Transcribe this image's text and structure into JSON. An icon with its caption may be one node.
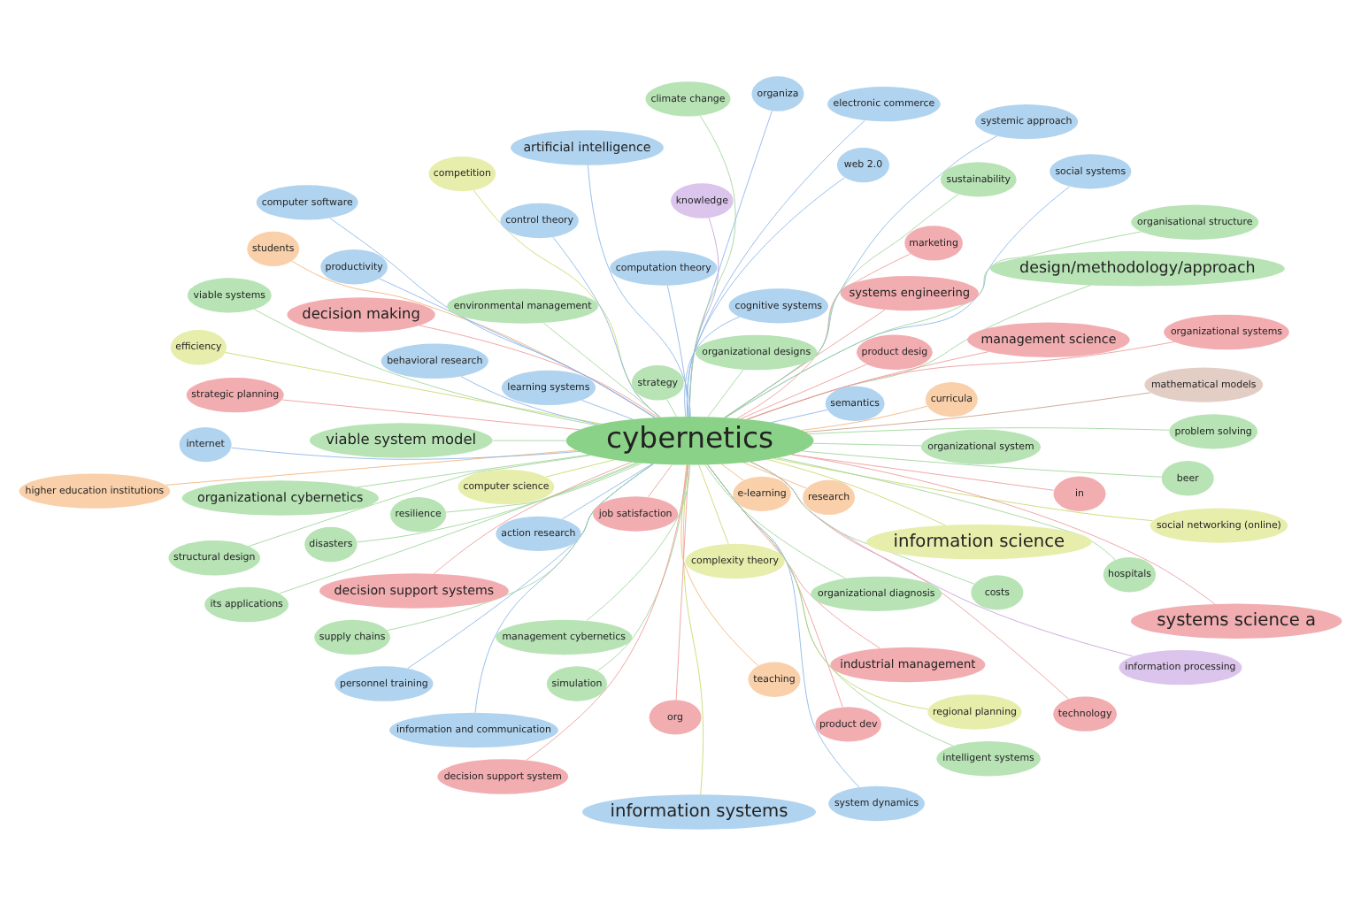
{
  "diagram": {
    "nodes": [
      {
        "text": [
          "cybernetics"
        ]
      },
      {
        "text": [
          "information science"
        ]
      },
      {
        "text": [
          "information systems"
        ]
      },
      {
        "text": [
          "competition"
        ]
      },
      {
        "text": [
          "research"
        ]
      },
      {
        "text": [
          "computer science"
        ]
      },
      {
        "text": [
          "personnel training"
        ]
      },
      {
        "text": [
          "information processing"
        ]
      },
      {
        "text": [
          "org"
        ]
      },
      {
        "text": [
          "regional planning"
        ]
      },
      {
        "text": [
          "teaching"
        ]
      },
      {
        "text": [
          "higher education institutions"
        ]
      },
      {
        "text": [
          "social networking (online)"
        ]
      },
      {
        "text": [
          "curricula"
        ]
      },
      {
        "text": [
          "knowledge"
        ]
      },
      {
        "text": [
          "industrial management"
        ]
      },
      {
        "text": [
          "technology"
        ]
      },
      {
        "text": [
          "students"
        ]
      },
      {
        "text": [
          "efficiency"
        ]
      },
      {
        "text": [
          "behavioral research"
        ]
      },
      {
        "text": [
          "job satisfaction"
        ]
      },
      {
        "text": [
          "action research"
        ]
      },
      {
        "text": [
          "marketing"
        ]
      },
      {
        "text": [
          "social systems"
        ]
      },
      {
        "text": [
          "artificial intelligence"
        ]
      },
      {
        "text": [
          "product dev"
        ]
      },
      {
        "text": [
          "design/methodology/approach"
        ]
      },
      {
        "text": [
          "learning systems"
        ]
      },
      {
        "text": [
          "simulation"
        ]
      },
      {
        "text": [
          "systems science a"
        ]
      },
      {
        "text": [
          "cognitive systems"
        ]
      },
      {
        "text": [
          "e-learning"
        ]
      },
      {
        "text": [
          "information and communication"
        ]
      },
      {
        "text": [
          "decision making"
        ]
      },
      {
        "text": [
          "systems engineering"
        ]
      },
      {
        "text": [
          "complexity theory"
        ]
      },
      {
        "text": [
          "strategy"
        ]
      },
      {
        "text": [
          "systemic approach"
        ]
      },
      {
        "text": [
          "strategic planning"
        ]
      },
      {
        "text": [
          "internet"
        ]
      },
      {
        "text": [
          "control theory"
        ]
      },
      {
        "text": [
          "productivity"
        ]
      },
      {
        "text": [
          "viable system model"
        ]
      },
      {
        "text": [
          "management science"
        ]
      },
      {
        "text": [
          "in"
        ]
      },
      {
        "text": [
          "disasters"
        ]
      },
      {
        "text": [
          "hospitals"
        ]
      },
      {
        "text": [
          "costs"
        ]
      },
      {
        "text": [
          "problem solving"
        ]
      },
      {
        "text": [
          "beer"
        ]
      },
      {
        "text": [
          "organizational cybernetics"
        ]
      },
      {
        "text": [
          "mathematical models"
        ]
      },
      {
        "text": [
          "electronic commerce"
        ]
      },
      {
        "text": [
          "organiza"
        ]
      },
      {
        "text": [
          "sustainability"
        ]
      },
      {
        "text": [
          "system dynamics"
        ]
      },
      {
        "text": [
          "supply chains"
        ]
      },
      {
        "text": [
          "computer software"
        ]
      },
      {
        "text": [
          "product desig"
        ]
      },
      {
        "text": [
          "viable systems"
        ]
      },
      {
        "text": [
          "environmental management"
        ]
      },
      {
        "text": [
          "climate change"
        ]
      },
      {
        "text": [
          "its applications"
        ]
      },
      {
        "text": [
          "organisational structure"
        ]
      },
      {
        "text": [
          "organizational system"
        ]
      },
      {
        "text": [
          "decision support systems"
        ]
      },
      {
        "text": [
          "semantics"
        ]
      },
      {
        "text": [
          "organizational systems"
        ]
      },
      {
        "text": [
          "intelligent systems"
        ]
      },
      {
        "text": [
          "resilience"
        ]
      },
      {
        "text": [
          "decision support system"
        ]
      },
      {
        "text": [
          "web 2.0"
        ]
      },
      {
        "text": [
          "computation theory"
        ]
      },
      {
        "text": [
          "structural design"
        ]
      },
      {
        "text": [
          "management cybernetics"
        ]
      },
      {
        "text": [
          "organizational diagnosis"
        ]
      },
      {
        "text": [
          "organizational designs"
        ]
      }
    ],
    "edges": [
      {
        "from": 0,
        "to": 1,
        "arrow": "none",
        "color": "#c8d86a"
      },
      {
        "from": 0,
        "to": 2,
        "arrow": "none",
        "color": "#c8d86a"
      },
      {
        "from": 0,
        "to": 3,
        "arrow": "none",
        "color": "#c8d86a"
      },
      {
        "from": 0,
        "to": 4,
        "arrow": "none",
        "color": "#f3b37a"
      },
      {
        "from": 0,
        "to": 5,
        "arrow": "none",
        "color": "#c8d86a"
      },
      {
        "from": 0,
        "to": 6,
        "arrow": "none",
        "color": "#8ab4e8"
      },
      {
        "from": 0,
        "to": 7,
        "arrow": "none",
        "color": "#c9a0dc"
      },
      {
        "from": 0,
        "to": 8,
        "arrow": "none",
        "color": "#ee9a9a"
      },
      {
        "from": 0,
        "to": 9,
        "arrow": "none",
        "color": "#c8d86a"
      },
      {
        "from": 0,
        "to": 10,
        "arrow": "none",
        "color": "#f3b37a"
      },
      {
        "from": 0,
        "to": 11,
        "arrow": "none",
        "color": "#f3b37a"
      },
      {
        "from": 0,
        "to": 12,
        "arrow": "none",
        "color": "#c8d86a"
      },
      {
        "from": 0,
        "to": 13,
        "arrow": "none",
        "color": "#f3b37a"
      },
      {
        "from": 0,
        "to": 14,
        "arrow": "none",
        "color": "#c9a0dc"
      },
      {
        "from": 0,
        "to": 15,
        "arrow": "none",
        "color": "#ee9a9a"
      },
      {
        "from": 0,
        "to": 16,
        "arrow": "none",
        "color": "#ee9a9a"
      },
      {
        "from": 0,
        "to": 17,
        "arrow": "none",
        "color": "#f3b37a"
      },
      {
        "from": 0,
        "to": 18,
        "arrow": "none",
        "color": "#c8d86a"
      },
      {
        "from": 0,
        "to": 19,
        "arrow": "none",
        "color": "#8ab4e8"
      },
      {
        "from": 0,
        "to": 20,
        "arrow": "none",
        "color": "#ee9a9a"
      },
      {
        "from": 0,
        "to": 21,
        "arrow": "none",
        "color": "#8ab4e8"
      },
      {
        "from": 0,
        "to": 22,
        "arrow": "none",
        "color": "#ee9a9a"
      },
      {
        "from": 0,
        "to": 23,
        "arrow": "none",
        "color": "#8ab4e8"
      },
      {
        "from": 0,
        "to": 24,
        "arrow": "none",
        "color": "#8ab4e8"
      },
      {
        "from": 0,
        "to": 25,
        "arrow": "none",
        "color": "#ee9a9a"
      },
      {
        "from": 0,
        "to": 26,
        "arrow": "none"
      },
      {
        "from": 0,
        "to": 27,
        "arrow": "none",
        "color": "#8ab4e8"
      },
      {
        "from": 0,
        "to": 28,
        "arrow": "none"
      },
      {
        "from": 0,
        "to": 29,
        "arrow": "none",
        "color": "#ee9a9a"
      },
      {
        "from": 0,
        "to": 30,
        "arrow": "none",
        "color": "#8ab4e8"
      },
      {
        "from": 0,
        "to": 31,
        "arrow": "none",
        "color": "#f3b37a"
      },
      {
        "from": 0,
        "to": 32,
        "arrow": "none",
        "color": "#8ab4e8"
      },
      {
        "from": 0,
        "to": 33,
        "arrow": "none",
        "color": "#ee9a9a"
      },
      {
        "from": 0,
        "to": 34,
        "arrow": "none",
        "color": "#ee9a9a"
      },
      {
        "from": 0,
        "to": 35,
        "arrow": "none",
        "color": "#c8d86a"
      },
      {
        "from": 0,
        "to": 36,
        "arrow": "none"
      },
      {
        "from": 0,
        "to": 37,
        "arrow": "none",
        "color": "#8ab4e8"
      },
      {
        "from": 0,
        "to": 38,
        "arrow": "none",
        "color": "#ee9a9a"
      },
      {
        "from": 0,
        "to": 39,
        "arrow": "none",
        "color": "#8ab4e8"
      },
      {
        "from": 0,
        "to": 40,
        "arrow": "none",
        "color": "#8ab4e8"
      },
      {
        "from": 0,
        "to": 41,
        "arrow": "none",
        "color": "#8ab4e8"
      },
      {
        "from": 0,
        "to": 42,
        "arrow": "none"
      },
      {
        "from": 0,
        "to": 43,
        "arrow": "none",
        "color": "#ee9a9a"
      },
      {
        "from": 0,
        "to": 44,
        "arrow": "none",
        "color": "#ee9a9a"
      },
      {
        "from": 0,
        "to": 45,
        "arrow": "none"
      },
      {
        "from": 0,
        "to": 46,
        "arrow": "none"
      },
      {
        "from": 0,
        "to": 47,
        "arrow": "none"
      },
      {
        "from": 0,
        "to": 48,
        "arrow": "none"
      },
      {
        "from": 0,
        "to": 49,
        "arrow": "none"
      },
      {
        "from": 0,
        "to": 50,
        "arrow": "none"
      },
      {
        "from": 0,
        "to": 51,
        "arrow": "none",
        "color": "#c9a08a"
      },
      {
        "from": 0,
        "to": 52,
        "arrow": "none",
        "color": "#8ab4e8"
      },
      {
        "from": 0,
        "to": 53,
        "arrow": "none",
        "color": "#8ab4e8"
      },
      {
        "from": 0,
        "to": 54,
        "arrow": "none"
      },
      {
        "from": 0,
        "to": 55,
        "arrow": "none",
        "color": "#8ab4e8"
      },
      {
        "from": 0,
        "to": 56,
        "arrow": "none"
      },
      {
        "from": 0,
        "to": 57,
        "arrow": "none",
        "color": "#8ab4e8"
      },
      {
        "from": 0,
        "to": 58,
        "arrow": "none",
        "color": "#ee9a9a"
      },
      {
        "from": 0,
        "to": 59,
        "arrow": "none"
      },
      {
        "from": 0,
        "to": 60,
        "arrow": "none"
      },
      {
        "from": 0,
        "to": 61,
        "arrow": "none"
      },
      {
        "from": 0,
        "to": 62,
        "arrow": "none"
      },
      {
        "from": 0,
        "to": 63,
        "arrow": "none"
      },
      {
        "from": 0,
        "to": 64,
        "arrow": "none"
      },
      {
        "from": 0,
        "to": 65,
        "arrow": "none",
        "color": "#ee9a9a"
      },
      {
        "from": 0,
        "to": 66,
        "arrow": "none",
        "color": "#8ab4e8"
      },
      {
        "from": 0,
        "to": 67,
        "arrow": "none",
        "color": "#ee9a9a"
      },
      {
        "from": 0,
        "to": 68,
        "arrow": "none"
      },
      {
        "from": 0,
        "to": 69,
        "arrow": "none"
      },
      {
        "from": 0,
        "to": 70,
        "arrow": "none",
        "color": "#ee9a9a"
      },
      {
        "from": 0,
        "to": 71,
        "arrow": "none",
        "color": "#8ab4e8"
      },
      {
        "from": 0,
        "to": 72,
        "arrow": "none",
        "color": "#8ab4e8"
      },
      {
        "from": 0,
        "to": 73,
        "arrow": "none"
      },
      {
        "from": 0,
        "to": 74,
        "arrow": "none"
      },
      {
        "from": 0,
        "to": 75,
        "arrow": "none"
      },
      {
        "from": 0,
        "to": 76,
        "arrow": "none"
      }
    ]
  }
}
